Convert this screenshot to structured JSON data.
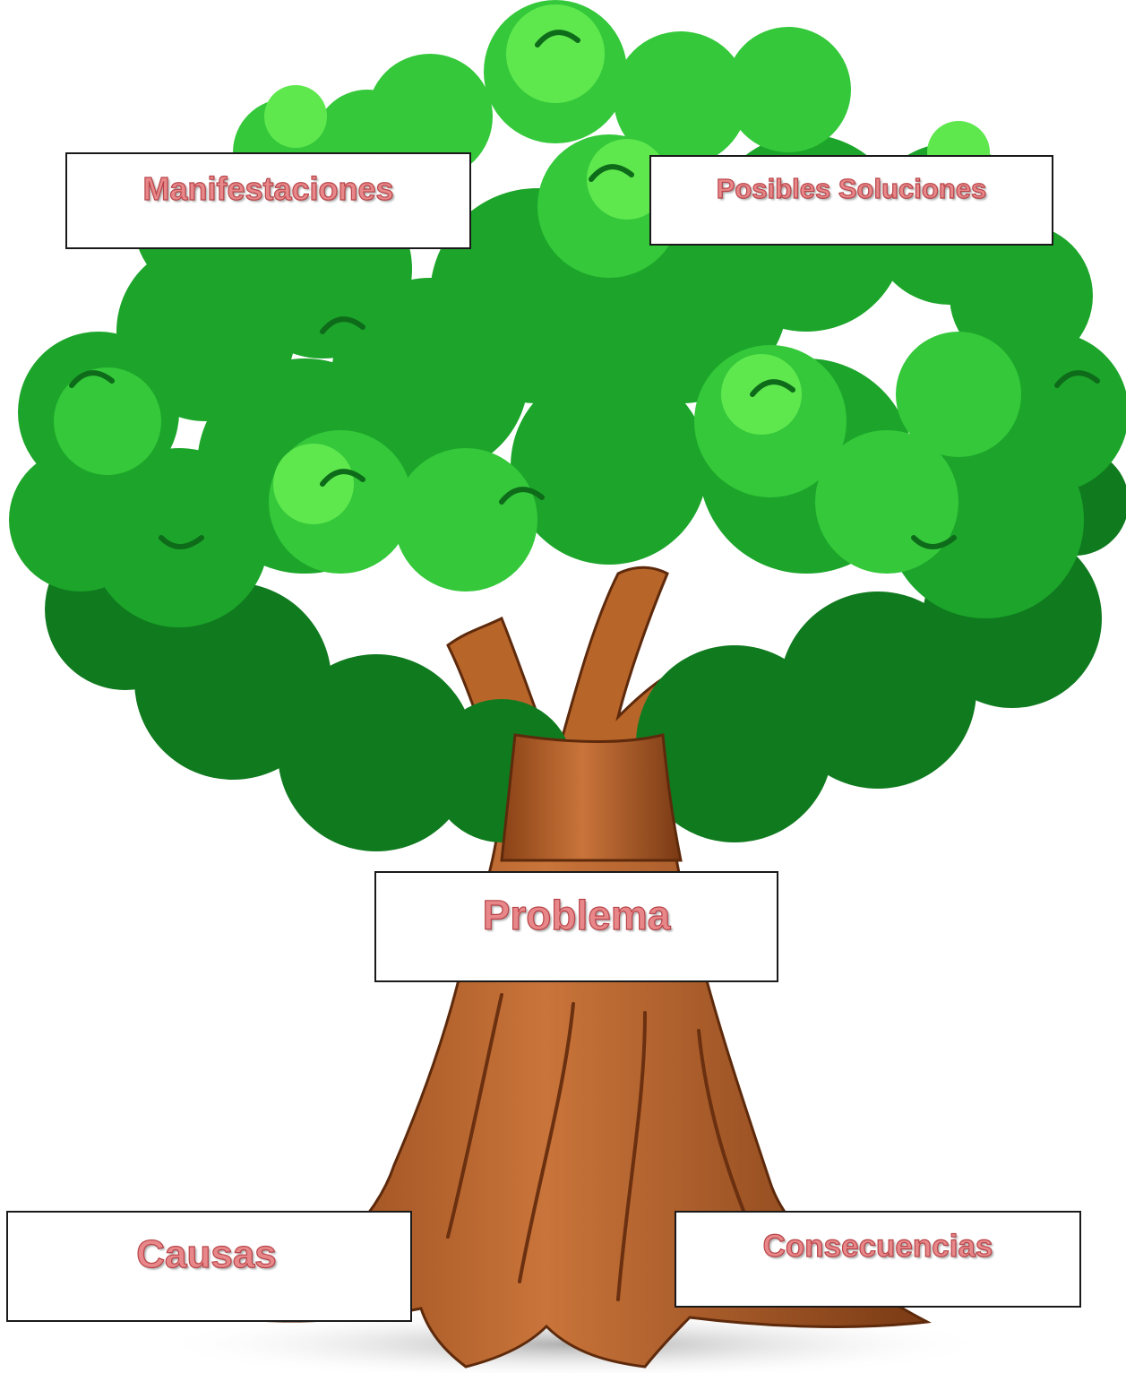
{
  "labels": {
    "manifestaciones": "Manifestaciones",
    "posibles_soluciones": "Posibles Soluciones",
    "problema": "Problema",
    "causas": "Causas",
    "consecuencias": "Consecuencias"
  },
  "colors": {
    "label_fill": "#e8878a",
    "label_outline": "#b84448",
    "foliage_dark": "#10791e",
    "foliage_mid": "#1fb52c",
    "foliage_light": "#4fe04a",
    "trunk": "#b8652a",
    "trunk_dark": "#7a3a14"
  },
  "icons": [
    "tree-illustration"
  ]
}
